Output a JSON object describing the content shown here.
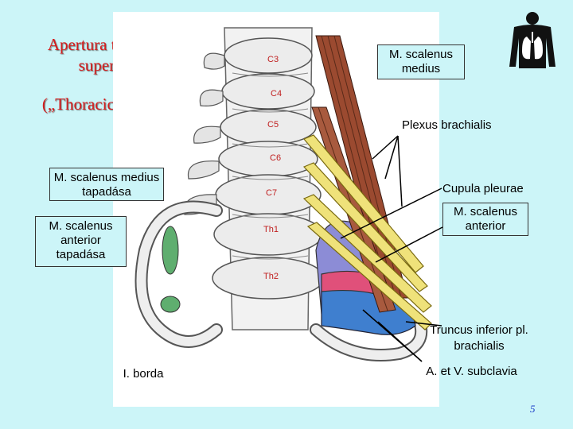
{
  "title": {
    "line1": "Apertura thoracis",
    "line2": "superior",
    "subtitle": "(„Thoracic outlet”)"
  },
  "labels": {
    "scalenus_medius": "M. scalenus medius",
    "plexus": "Plexus brachialis",
    "medius_tapadasa": "M. scalenus medius tapadása",
    "cupula": "Cupula pleurae",
    "anterior_tapadasa": "M. scalenus anterior tapadása",
    "scalenus_anterior": "M. scalenus anterior",
    "truncus": "Truncus inferior pl. brachialis",
    "borda": "I. borda",
    "subclavia": "A. et V. subclavia"
  },
  "vertebrae": [
    "C3",
    "C4",
    "C5",
    "C6",
    "C7",
    "Th1",
    "Th2"
  ],
  "page_number": "5",
  "colors": {
    "background": "#ccf5f8",
    "title": "#d51c1c",
    "vertebra_label": "#c02020",
    "muscle": "#9b4a30",
    "nerve": "#efe27a",
    "pleura": "#8c8cd6",
    "artery": "#e0507a",
    "vein": "#3f7fcf",
    "tendon": "#5fae6f"
  },
  "icons": {
    "corner": "human-lungs-icon"
  }
}
